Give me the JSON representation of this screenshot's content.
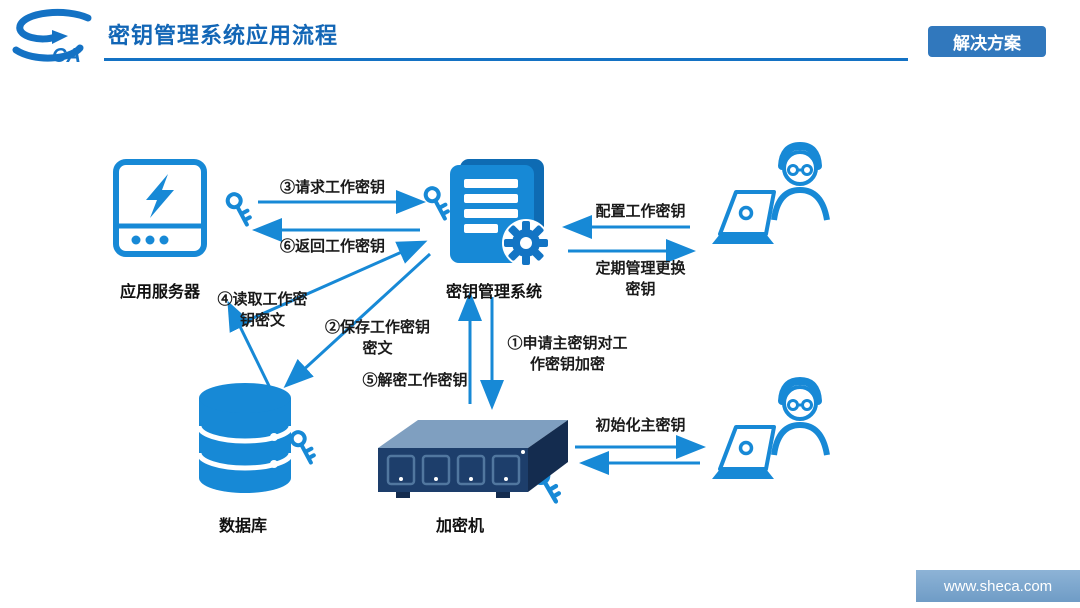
{
  "header": {
    "title": "密钥管理系统应用流程",
    "badge": "解决方案",
    "logo_text": "CA"
  },
  "footer": {
    "url": "www.sheca.com"
  },
  "nodes": {
    "app_server": "应用服务器",
    "kms": "密钥管理系统",
    "database": "数据库",
    "hsm": "加密机"
  },
  "flows": {
    "request": "③请求工作密钥",
    "return": "⑥返回工作密钥",
    "configure": "配置工作密钥",
    "periodic": "定期管理更换\n密钥",
    "read": "④读取工作密\n钥密文",
    "save": "②保存工作密钥\n密文",
    "decrypt": "⑤解密工作密钥",
    "apply_master": "①申请主密钥对工\n作密钥加密",
    "init_master": "初始化主密钥"
  },
  "colors": {
    "accent": "#1789d6",
    "title_blue": "#1266b6",
    "badge_bg": "#3178bd",
    "footer_bg": "#7ea9cf",
    "machine_front": "#1d3e6b",
    "machine_top": "#7f9fc0",
    "machine_side": "#142c4f",
    "label_text": "#1a1a1a"
  }
}
